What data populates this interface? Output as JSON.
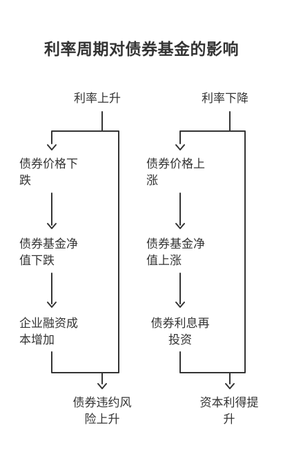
{
  "title": "利率周期对债券基金的影响",
  "left": {
    "head": "利率上升",
    "step1": [
      "债券价格下",
      "跌"
    ],
    "step2": [
      "债券基金净",
      "值下跌"
    ],
    "step3": [
      "企业融资成",
      "本增加"
    ],
    "result": [
      "债券违约风",
      "险上升"
    ]
  },
  "right": {
    "head": "利率下降",
    "step1": [
      "债券价格上",
      "涨"
    ],
    "step2": [
      "债券基金净",
      "值上涨"
    ],
    "step3": [
      "债券利息再",
      "投资"
    ],
    "result": [
      "资本利得提",
      "升"
    ]
  },
  "colors": {
    "text": "#333333",
    "line": "#333333",
    "background": "#ffffff"
  }
}
